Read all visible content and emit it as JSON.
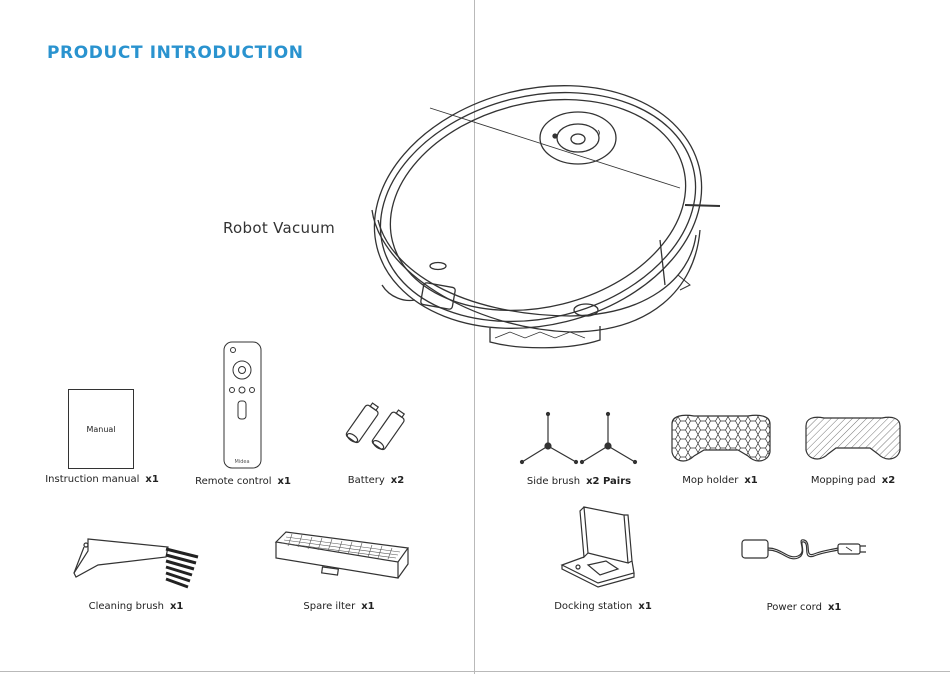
{
  "header": {
    "title": "PRODUCT INTRODUCTION"
  },
  "robot": {
    "label": "Robot Vacuum"
  },
  "items": [
    {
      "key": "manual",
      "label": "Instruction manual",
      "qty": "x1"
    },
    {
      "key": "remote",
      "label": "Remote control",
      "qty": "x1"
    },
    {
      "key": "battery",
      "label": "Battery",
      "qty": "x2"
    },
    {
      "key": "side_brush",
      "label": "Side brush",
      "qty": "x2 Pairs"
    },
    {
      "key": "mop_holder",
      "label": "Mop holder",
      "qty": "x1"
    },
    {
      "key": "mopping_pad",
      "label": "Mopping pad",
      "qty": "x2"
    },
    {
      "key": "cleaning_brush",
      "label": "Cleaning brush",
      "qty": "x1"
    },
    {
      "key": "spare_filter",
      "label": "Spare ilter",
      "qty": "x1"
    },
    {
      "key": "docking_station",
      "label": "Docking station",
      "qty": "x1"
    },
    {
      "key": "power_cord",
      "label": "Power cord",
      "qty": "x1"
    }
  ],
  "manual_box": {
    "text": "Manual"
  },
  "remote_brand": "Midea",
  "colors": {
    "title": "#2a93cf",
    "line": "#333333",
    "divider": "#b9b9b9"
  }
}
